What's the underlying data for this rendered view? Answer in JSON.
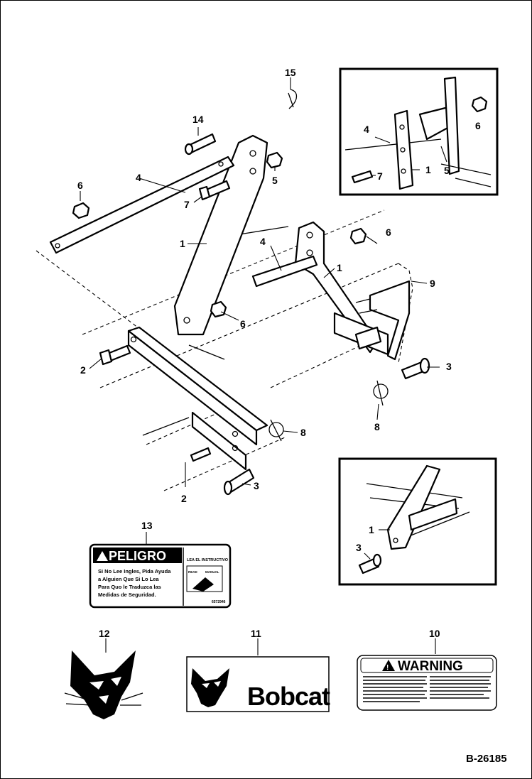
{
  "figure_id": "B-26185",
  "callouts": {
    "c1a": "1",
    "c1b": "1",
    "c1c": "1",
    "c1d": "1",
    "c2a": "2",
    "c2b": "2",
    "c3a": "3",
    "c3b": "3",
    "c3c": "3",
    "c4a": "4",
    "c4b": "4",
    "c4c": "4",
    "c5a": "5",
    "c5b": "5",
    "c6a": "6",
    "c6b": "6",
    "c6c": "6",
    "c6d": "6",
    "c7a": "7",
    "c7b": "7",
    "c8a": "8",
    "c8b": "8",
    "c9": "9",
    "c10": "10",
    "c11": "11",
    "c12": "12",
    "c13": "13",
    "c14": "14",
    "c15": "15"
  },
  "decal_peligro": {
    "title": "PELIGRO",
    "lines": [
      "Si No Lee Ingles, Pida Ayuda",
      "a Alguien Que Si Lo Lea",
      "Para Quo le Traduzca las",
      "Medidas de Seguridad."
    ],
    "side_label": "LEA EL INSTRUCTIVO",
    "book_left": "READ",
    "book_right": "MANUAL",
    "part_no": "6572946"
  },
  "decal_bobcat": {
    "wordmark": "Bobcat"
  },
  "decal_warning": {
    "title": "WARNING"
  },
  "colors": {
    "ink": "#000000",
    "paper": "#ffffff"
  }
}
